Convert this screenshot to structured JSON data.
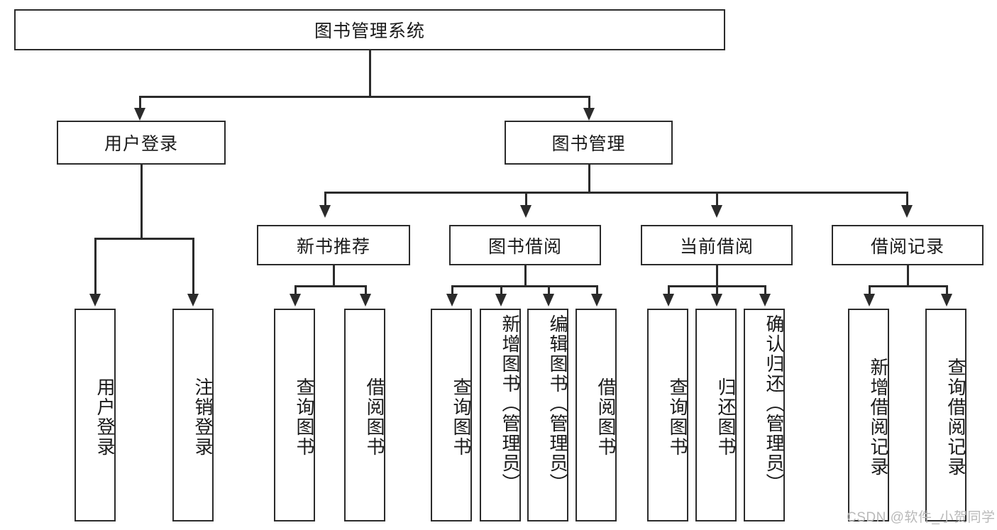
{
  "diagram": {
    "type": "tree-hierarchy",
    "title_node": {
      "label": "图书管理系统"
    },
    "level1": [
      {
        "id": "user-login",
        "label": "用户登录"
      },
      {
        "id": "book-management",
        "label": "图书管理"
      }
    ],
    "level2": [
      {
        "id": "new-book-recommend",
        "label": "新书推荐",
        "parent": "book-management"
      },
      {
        "id": "book-borrow",
        "label": "图书借阅",
        "parent": "book-management"
      },
      {
        "id": "current-borrow",
        "label": "当前借阅",
        "parent": "book-management"
      },
      {
        "id": "borrow-record",
        "label": "借阅记录",
        "parent": "book-management"
      }
    ],
    "leaves": {
      "user_login": [
        {
          "id": "leaf-user-login",
          "label": "用户登录"
        },
        {
          "id": "leaf-logout-login",
          "label": "注销登录"
        }
      ],
      "new_book_recommend": [
        {
          "id": "leaf-query-book-1",
          "label": "查询图书"
        },
        {
          "id": "leaf-borrow-book-1",
          "label": "借阅图书"
        }
      ],
      "book_borrow": [
        {
          "id": "leaf-query-book-2",
          "label": "查询图书"
        },
        {
          "id": "leaf-add-book",
          "label": "新增图书（管理员）"
        },
        {
          "id": "leaf-edit-book",
          "label": "编辑图书（管理员）"
        },
        {
          "id": "leaf-borrow-book-2",
          "label": "借阅图书"
        }
      ],
      "current_borrow": [
        {
          "id": "leaf-query-book-3",
          "label": "查询图书"
        },
        {
          "id": "leaf-return-book",
          "label": "归还图书"
        },
        {
          "id": "leaf-confirm-return",
          "label": "确认归还（管理员）"
        }
      ],
      "borrow_record": [
        {
          "id": "leaf-add-record",
          "label": "新增借阅记录"
        },
        {
          "id": "leaf-query-record",
          "label": "查询借阅记录"
        }
      ]
    }
  },
  "watermark": {
    "text": "CSDN @软件_小贺同学"
  },
  "colors": {
    "stroke": "#2b2b2b",
    "background": "#ffffff",
    "text": "#1a1a1a",
    "watermark": "#b9b9b9"
  }
}
